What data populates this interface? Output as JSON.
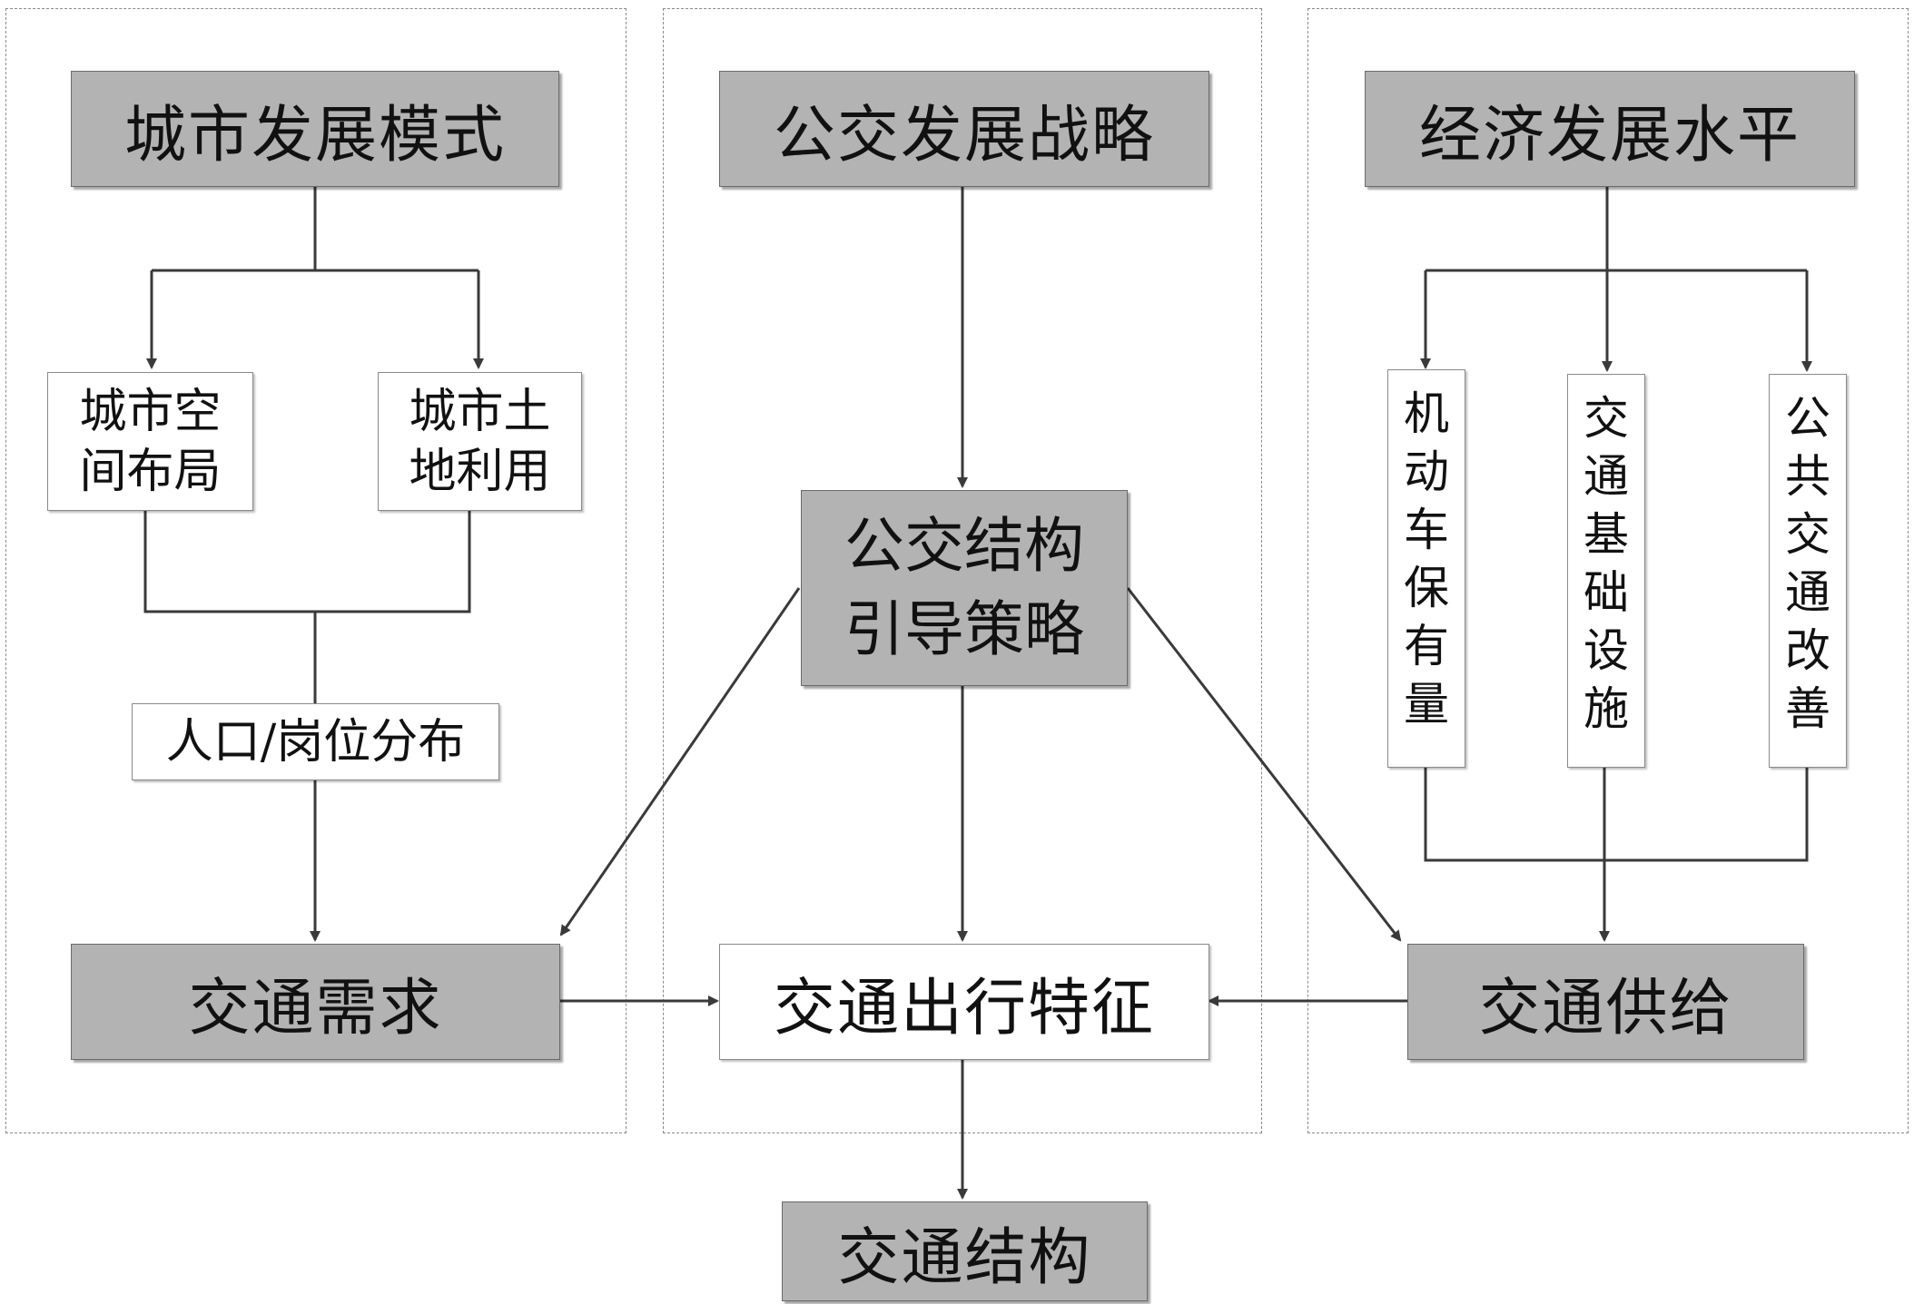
{
  "left": {
    "title": "城市发展模式",
    "spatial_layout": "城市空间布局",
    "land_use": "城市土地利用",
    "distribution": "人口/岗位分布",
    "demand": "交通需求"
  },
  "center": {
    "title": "公交发展战略",
    "strategy": "公交结构引导策略",
    "characteristics": "交通出行特征",
    "result": "交通结构"
  },
  "right": {
    "title": "经济发展水平",
    "vehicles": "机动车保有量",
    "infrastructure": "交通基础设施",
    "transit": "公共交通改善",
    "supply": "交通供给"
  },
  "colors": {
    "box_fill": "#b3b3b3",
    "line": "#3a3a3a",
    "dash": "#8a8a8a"
  }
}
